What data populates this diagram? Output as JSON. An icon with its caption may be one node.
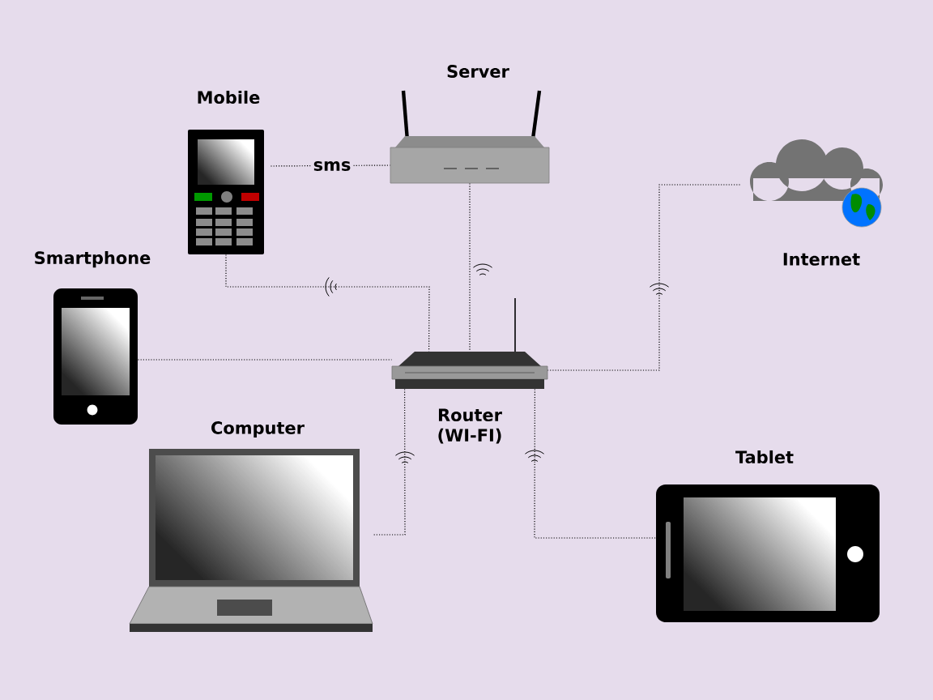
{
  "diagram": {
    "nodes": [
      {
        "text": [
          "Server"
        ]
      },
      {
        "text": [
          "Mobile"
        ]
      },
      {
        "text": [
          "Smartphone"
        ]
      },
      {
        "text": [
          "Internet"
        ]
      },
      {
        "text": [
          "Router (WI-FI)"
        ]
      },
      {
        "text": [
          "Computer"
        ]
      },
      {
        "text": [
          "Tablet"
        ]
      }
    ],
    "edges": [
      {
        "from": 1,
        "to": 0,
        "arrow": "none",
        "label": "sms"
      },
      {
        "from": 1,
        "to": 4,
        "arrow": "none"
      },
      {
        "from": 0,
        "to": 4,
        "arrow": "none"
      },
      {
        "from": 2,
        "to": 4,
        "arrow": "none"
      },
      {
        "from": 3,
        "to": 4,
        "arrow": "none"
      },
      {
        "from": 4,
        "to": 5,
        "arrow": "none"
      },
      {
        "from": 4,
        "to": 6,
        "arrow": "none"
      }
    ]
  }
}
